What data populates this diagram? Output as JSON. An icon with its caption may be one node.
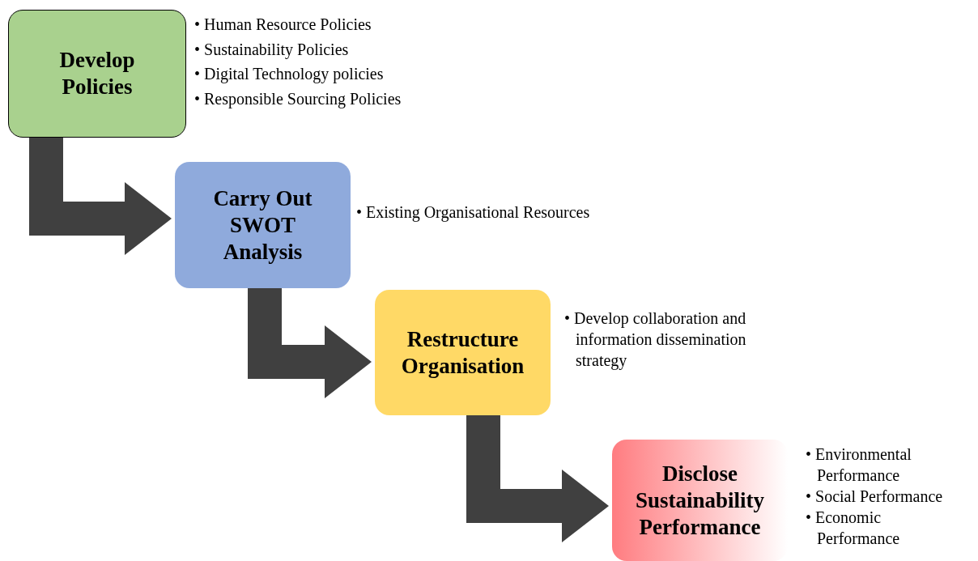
{
  "diagram": {
    "nodes": [
      {
        "text": [
          "Develop Policies"
        ],
        "beside": [
          "• Human Resource Policies",
          "• Sustainability Policies",
          "• Digital Technology policies",
          "• Responsible Sourcing Policies"
        ]
      },
      {
        "text": [
          "Carry Out SWOT Analysis"
        ],
        "beside": [
          "• Existing Organisational Resources"
        ]
      },
      {
        "text": [
          "Restructure Organisation"
        ],
        "beside": [
          "• Develop collaboration and information dissemination strategy"
        ]
      },
      {
        "text": [
          "Disclose Sustainability Performance"
        ],
        "beside": [
          "• Environmental Performance",
          "• Social Performance",
          "• Economic Performance"
        ]
      }
    ],
    "edges": [
      {
        "from": 0,
        "to": 1,
        "arrow": "to"
      },
      {
        "from": 1,
        "to": 2,
        "arrow": "to"
      },
      {
        "from": 2,
        "to": 3,
        "arrow": "to"
      }
    ]
  }
}
